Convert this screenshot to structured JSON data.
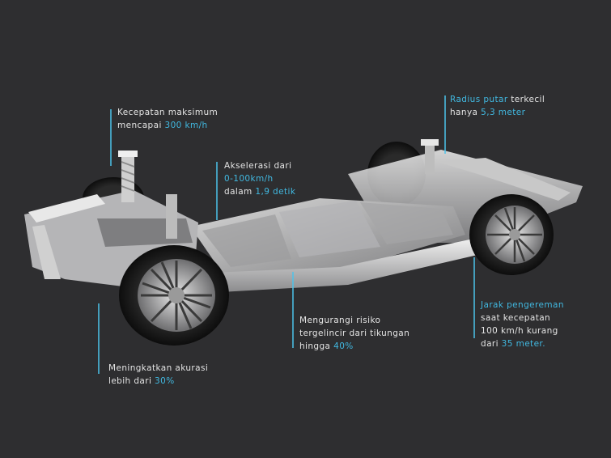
{
  "colors": {
    "background": "#2e2e30",
    "accent": "#41b8e0",
    "text": "#e4e4e4"
  },
  "callouts": {
    "top_speed": {
      "line1": "Kecepatan maksimum",
      "line2_pre": "mencapai ",
      "line2_hl": "300 km/h"
    },
    "acceleration": {
      "line1": "Akselerasi dari",
      "line2_hl": "0-100km/h",
      "line3_pre": "dalam ",
      "line3_hl": "1,9 detik"
    },
    "turning_radius": {
      "line1_hl": "Radius putar",
      "line1_post": " terkecil",
      "line2_pre": "hanya ",
      "line2_hl": "5,3 meter"
    },
    "braking": {
      "line1_hl": "Jarak pengereman",
      "line2": "saat kecepatan",
      "line3": "100 km/h kurang",
      "line4_pre": "dari ",
      "line4_hl": "35 meter."
    },
    "skid": {
      "line1": "Mengurangi risiko",
      "line2": "tergelincir dari tikungan",
      "line3_pre": "hingga ",
      "line3_hl": "40%"
    },
    "accuracy": {
      "line1": "Meningkatkan akurasi",
      "line2_pre": "lebih dari ",
      "line2_hl": "30%"
    }
  }
}
